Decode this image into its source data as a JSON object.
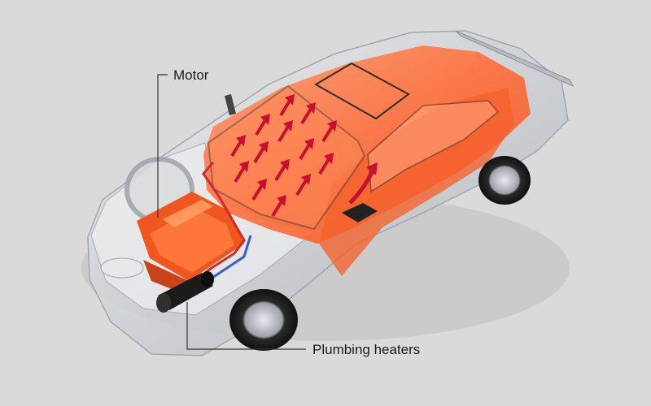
{
  "labels": {
    "motor": "Motor",
    "plumbing_heaters": "Plumbing heaters"
  },
  "colors": {
    "background": "#dadada",
    "heat_warm": "#ff5a1e",
    "heat_hot": "#e8321a",
    "airflow_arrow": "#c8102e",
    "body_silver": "#c9cbcf",
    "pipe_red": "#d6282c",
    "pipe_blue": "#3a5bd0"
  },
  "icons": {
    "airflow": "up-right-arrow",
    "heater_unit": "black-cylinder"
  }
}
